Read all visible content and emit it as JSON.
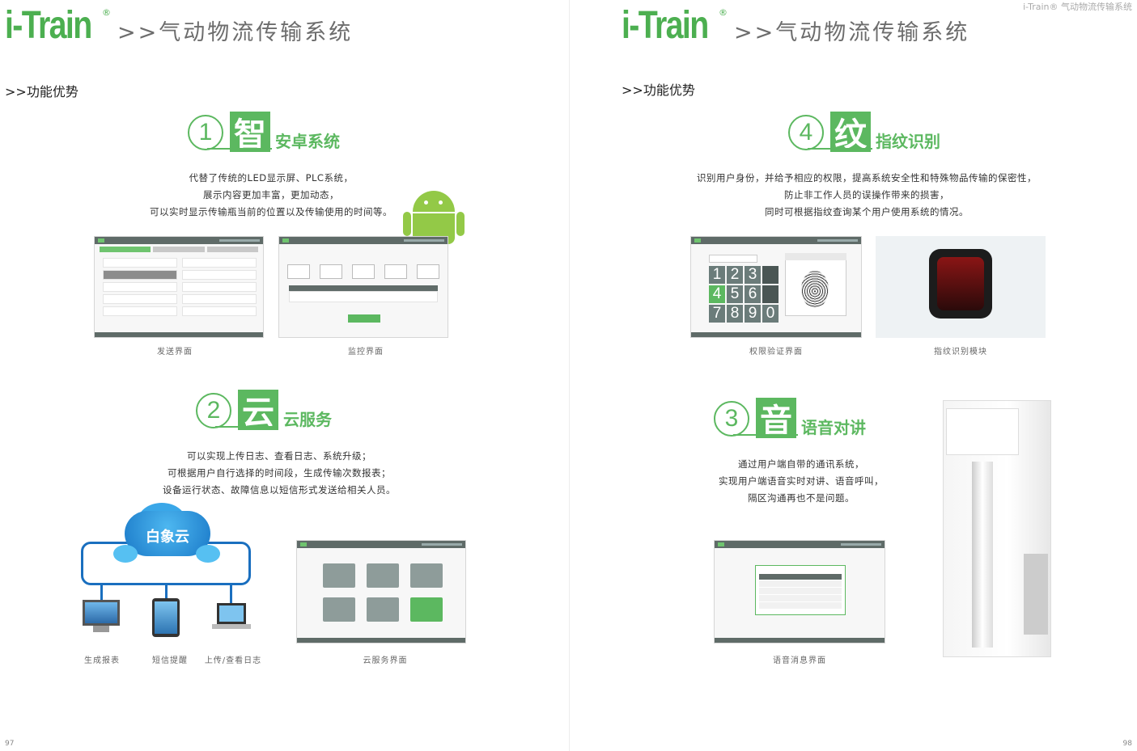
{
  "brand": {
    "logo": "i-Train",
    "reg": "®",
    "title": ">>气动物流传输系统"
  },
  "section": ">>功能优势",
  "top_right": "i-Train® 气动物流传输系统",
  "features": {
    "f1": {
      "num": "1",
      "char": "智",
      "title": "安卓系统",
      "desc": [
        "代替了传统的LED显示屏、PLC系统，",
        "展示内容更加丰富，更加动态，",
        "可以实时显示传输瓶当前的位置以及传输使用的时间等。"
      ]
    },
    "f2": {
      "num": "2",
      "char": "云",
      "title": "云服务",
      "desc": [
        "可以实现上传日志、查看日志、系统升级；",
        "可根据用户自行选择的时间段，生成传输次数报表；",
        "设备运行状态、故障信息以短信形式发送给相关人员。"
      ]
    },
    "f4": {
      "num": "4",
      "char": "纹",
      "title": "指纹识别",
      "desc": [
        "识别用户身份，并给予相应的权限，提高系统安全性和特殊物品传输的保密性，",
        "防止非工作人员的误操作带来的损害，",
        "同时可根据指纹查询某个用户使用系统的情况。"
      ]
    },
    "f3": {
      "num": "3",
      "char": "音",
      "title": "语音对讲",
      "desc": [
        "通过用户端自带的通讯系统，",
        "实现用户端语音实时对讲、语音呼叫，",
        "隔区沟通再也不是问题。"
      ]
    }
  },
  "captions": {
    "send": "发送界面",
    "monitor": "监控界面",
    "report": "生成报表",
    "sms": "短信提醒",
    "upload": "上传/查看日志",
    "cloud_ui": "云服务界面",
    "auth": "权限验证界面",
    "fp_module": "指纹识别模块",
    "voice": "语音消息界面"
  },
  "cloud_label": "白象云",
  "keypad": [
    "1",
    "2",
    "3",
    "",
    "4",
    "5",
    "6",
    "",
    "7",
    "8",
    "9",
    "0"
  ],
  "pages": {
    "left": "97",
    "right": "98"
  }
}
